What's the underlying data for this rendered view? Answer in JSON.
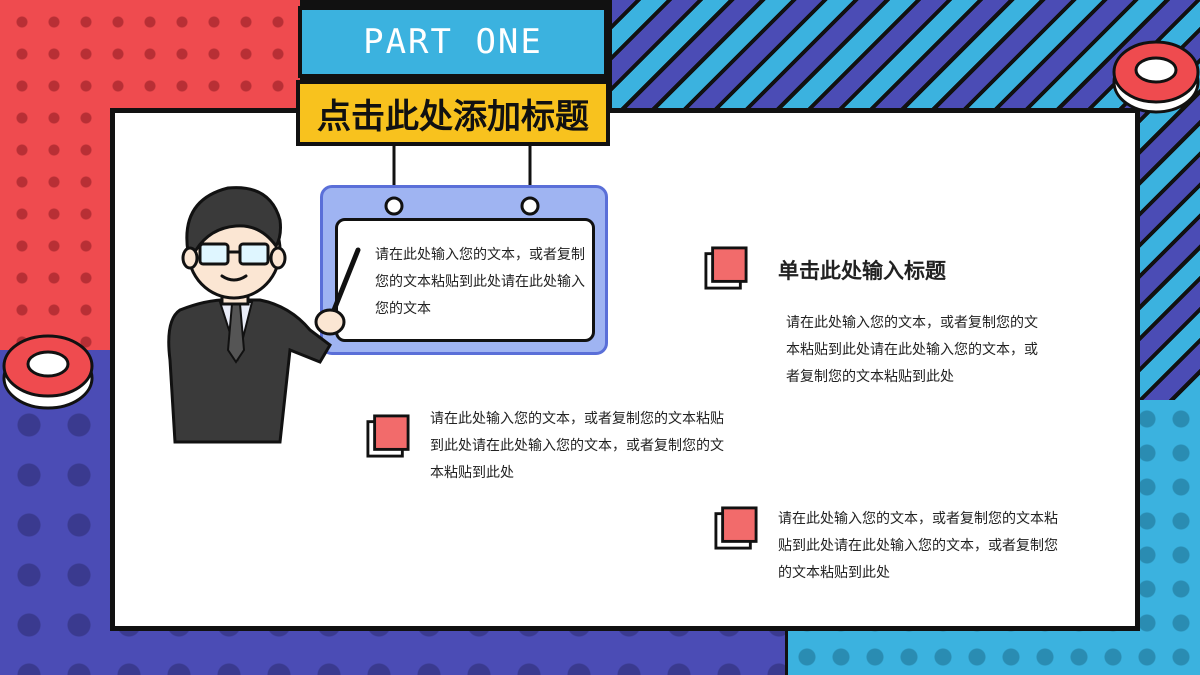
{
  "header": {
    "part_label": "PART ONE",
    "title": "点击此处添加标题"
  },
  "board": {
    "text": "请在此处输入您的文本，或者复制您的文本粘贴到此处请在此处输入您的文本"
  },
  "right_block": {
    "heading": "单击此处输入标题",
    "text": "请在此处输入您的文本，或者复制您的文本粘贴到此处请在此处输入您的文本，或者复制您的文本粘贴到此处"
  },
  "middle_block": {
    "text": "请在此处输入您的文本，或者复制您的文本粘贴到此处请在此处输入您的文本，或者复制您的文本粘贴到此处"
  },
  "bottom_block": {
    "text": "请在此处输入您的文本，或者复制您的文本粘贴到此处请在此处输入您的文本，或者复制您的文本粘贴到此处"
  },
  "colors": {
    "red": "#ef4b4f",
    "blue": "#4b4cb5",
    "cyan": "#3bb2df",
    "yellow": "#f8c21e",
    "bullet_fill": "#f26b6b"
  }
}
